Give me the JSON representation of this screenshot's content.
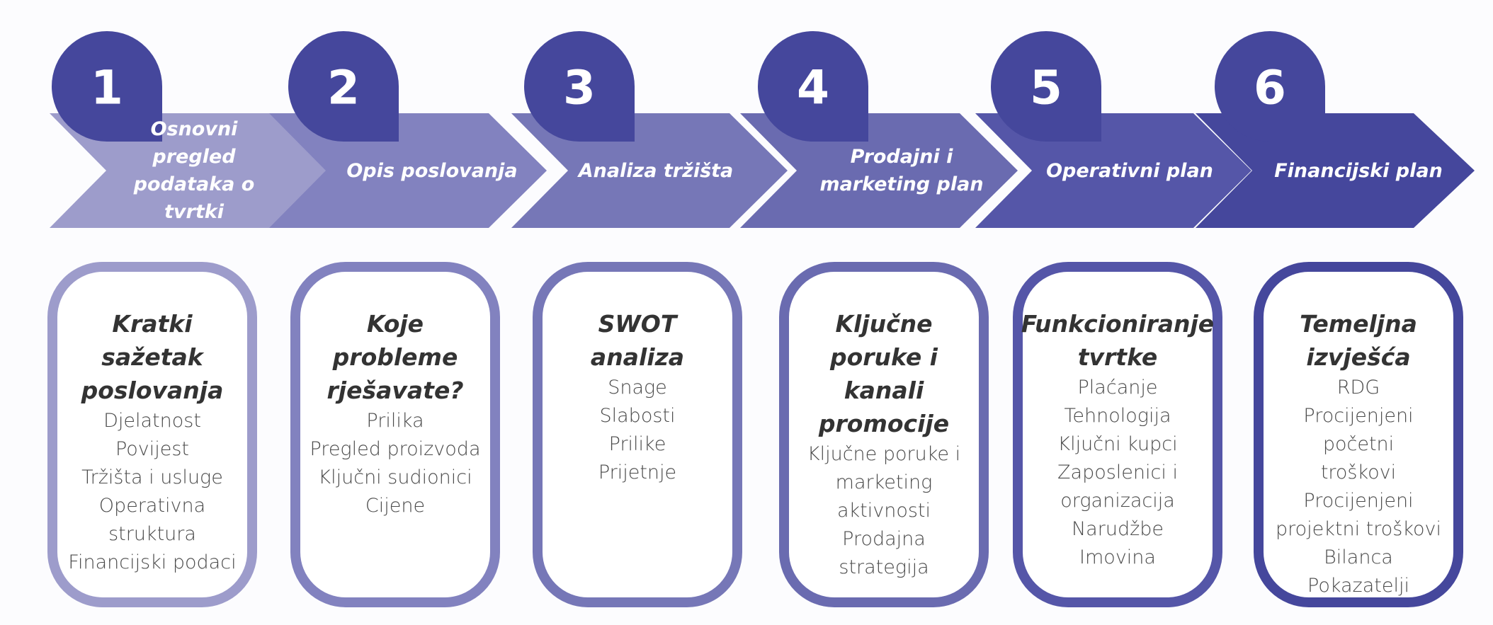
{
  "colors": {
    "badge": "#45479c",
    "steps": [
      "#9d9ccb",
      "#8282bf",
      "#7677b7",
      "#6a6bb0",
      "#5556a8",
      "#45479c"
    ]
  },
  "steps": [
    {
      "number": "1",
      "label": "Osnovni pregled\npodataka o tvrtki",
      "card_title": "Kratki sažetak\nposlovanja",
      "items": [
        "Djelatnost",
        "Povijest",
        "Tržišta i usluge",
        "Operativna\nstruktura",
        "Financijski podaci"
      ]
    },
    {
      "number": "2",
      "label": "Opis poslovanja",
      "card_title": "Koje probleme\nrješavate?",
      "items": [
        "Prilika",
        "Pregled proizvoda",
        "Ključni sudionici",
        "Cijene"
      ]
    },
    {
      "number": "3",
      "label": "Analiza tržišta",
      "card_title": "SWOT analiza",
      "items": [
        "Snage",
        "Slabosti",
        "Prilike",
        "Prijetnje"
      ]
    },
    {
      "number": "4",
      "label": "Prodajni i\nmarketing plan",
      "card_title": "Ključne poruke i\nkanali\npromocije",
      "items": [
        "Ključne poruke i\nmarketing aktivnosti",
        "Prodajna strategija"
      ]
    },
    {
      "number": "5",
      "label": "Operativni plan",
      "card_title": "Funkcioniranje\ntvrtke",
      "items": [
        "Plaćanje",
        "Tehnologija",
        "Ključni kupci",
        "Zaposlenici i\norganizacija",
        "Narudžbe",
        "Imovina"
      ]
    },
    {
      "number": "6",
      "label": "Financijski plan",
      "card_title": "Temeljna\nizvješća",
      "items": [
        "RDG",
        "Procijenjeni početni\ntroškovi",
        "Procijenjeni\nprojektni troškovi",
        "Bilanca",
        "Pokazatelji"
      ]
    }
  ]
}
